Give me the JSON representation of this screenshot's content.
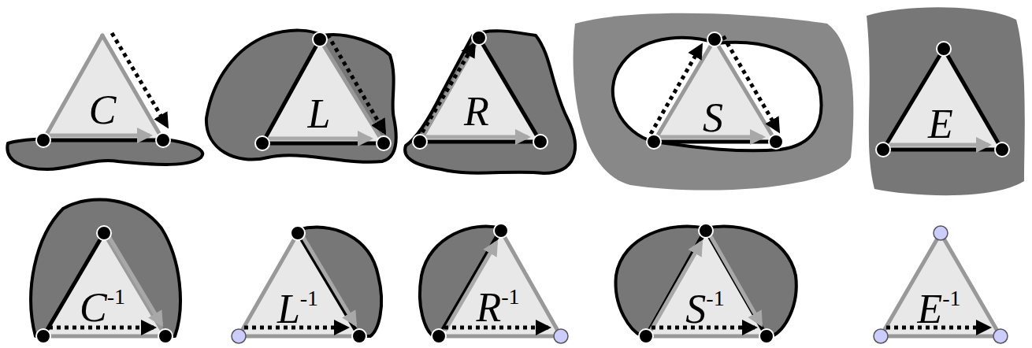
{
  "diagram": {
    "nodes": [
      {
        "text": [
          "C"
        ]
      },
      {
        "text": [
          "L"
        ]
      },
      {
        "text": [
          "R"
        ]
      },
      {
        "text": [
          "S"
        ]
      },
      {
        "text": [
          "E"
        ]
      },
      {
        "text": [
          "C",
          "-1"
        ]
      },
      {
        "text": [
          "L",
          "-1"
        ]
      },
      {
        "text": [
          "R",
          "-1"
        ]
      },
      {
        "text": [
          "S",
          "-1"
        ]
      },
      {
        "text": [
          "E",
          "-1"
        ]
      }
    ]
  }
}
